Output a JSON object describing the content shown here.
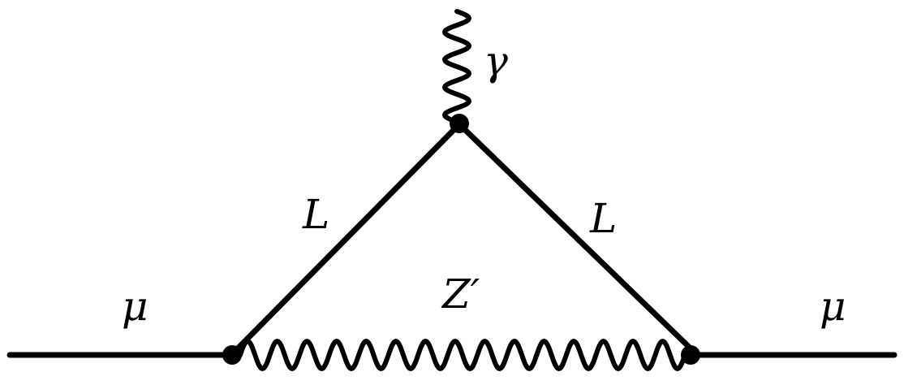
{
  "labels": {
    "photon": "γ",
    "left_lepton": "L",
    "right_lepton": "L",
    "boson": "Z′",
    "muon_in": "μ",
    "muon_out": "μ"
  }
}
